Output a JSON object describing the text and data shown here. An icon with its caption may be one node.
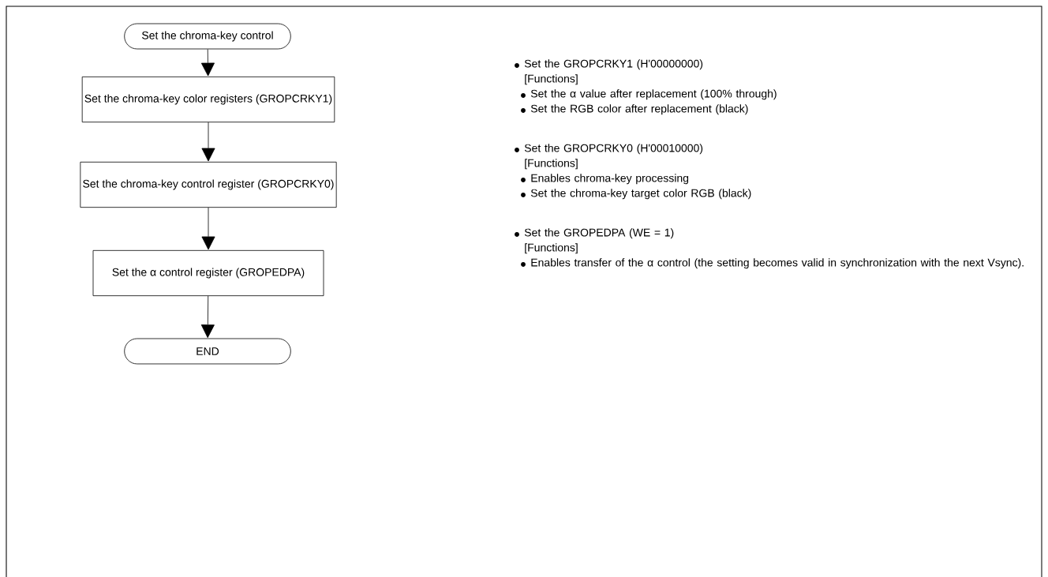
{
  "diagram": {
    "nodes": [
      {
        "text": [
          "Set the chroma-key control"
        ]
      },
      {
        "text": [
          "Set the chroma-key color registers (GROPCRKY1)"
        ],
        "beside": [
          "Set the GROPCRKY1 (H'00000000)",
          "[Functions]",
          "Set the α value after replacement (100% through)",
          "Set the RGB color after replacement (black)"
        ]
      },
      {
        "text": [
          "Set the chroma-key control register (GROPCRKY0)"
        ],
        "beside": [
          "Set the GROPCRKY0 (H'00010000)",
          "[Functions]",
          "Enables chroma-key processing",
          "Set the chroma-key target color RGB (black)"
        ]
      },
      {
        "text": [
          "Set the α control register (GROPEDPA)"
        ],
        "beside": [
          "Set the GROPEDPA (WE = 1)",
          "[Functions]",
          "Enables transfer of the α control (the setting becomes valid in synchronization with the next Vsync)."
        ]
      },
      {
        "text": [
          "END"
        ]
      }
    ],
    "edges": [
      {
        "from": 0,
        "to": 1,
        "arrow": "to"
      },
      {
        "from": 1,
        "to": 2,
        "arrow": "to"
      },
      {
        "from": 2,
        "to": 3,
        "arrow": "to"
      },
      {
        "from": 3,
        "to": 4,
        "arrow": "to"
      }
    ]
  }
}
